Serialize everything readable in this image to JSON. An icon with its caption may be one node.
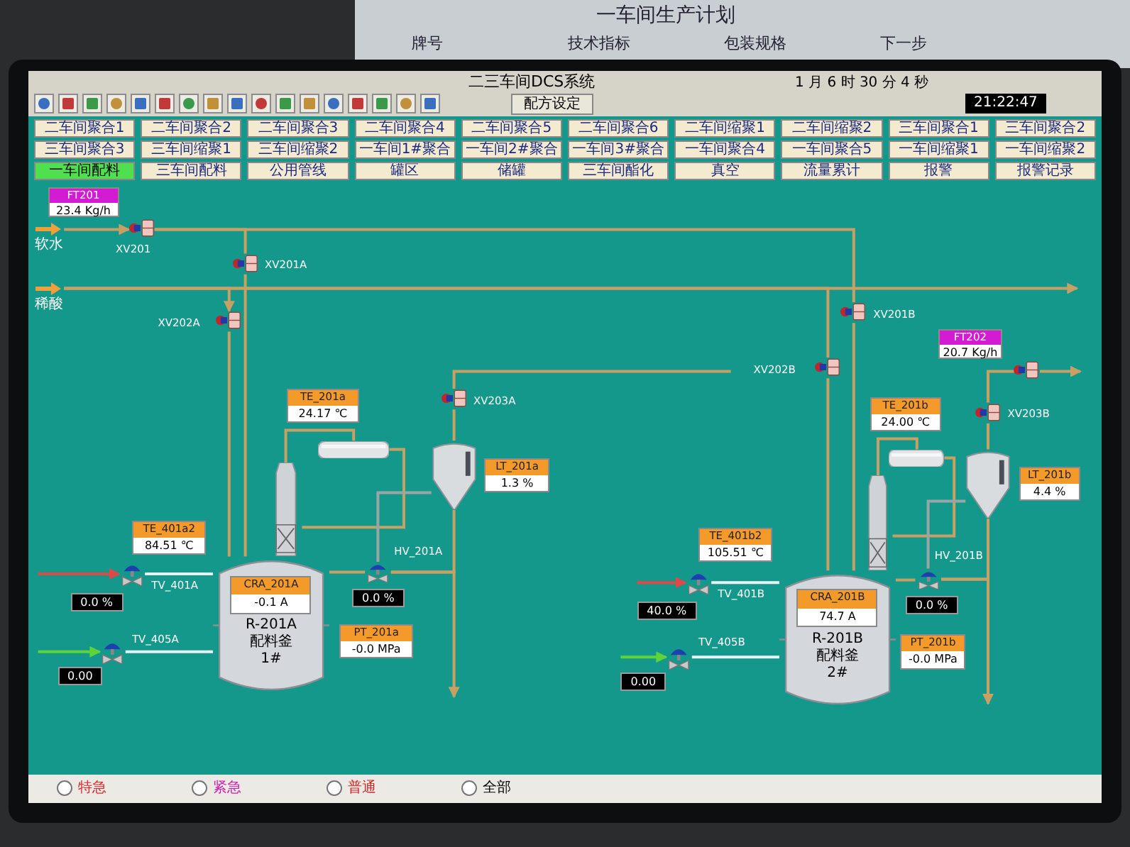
{
  "diagram": {
    "title": "二三车间DCS系统",
    "nodes": [
      {
        "text": [
          "软水"
        ]
      },
      {
        "text": [],
        "shape": "valve",
        "beside": [
          "XV201"
        ]
      },
      {
        "text": [
          "FT201",
          "23.4 Kg/h"
        ]
      },
      {
        "text": [
          "稀酸"
        ]
      },
      {
        "text": [],
        "shape": "valve",
        "beside": [
          "XV201A"
        ]
      },
      {
        "text": [],
        "shape": "valve",
        "beside": [
          "XV202A"
        ]
      },
      {
        "text": [
          "TE_201a",
          "24.17 ℃"
        ]
      },
      {
        "text": [],
        "shape": "valve",
        "beside": [
          "XV203A"
        ]
      },
      {
        "text": [],
        "shape": "cylinder"
      },
      {
        "text": [],
        "shape": "tank"
      },
      {
        "text": [
          "LT_201a",
          "1.3 %"
        ]
      },
      {
        "text": [],
        "shape": "column"
      },
      {
        "text": [
          "TE_401a2",
          "84.51 ℃"
        ]
      },
      {
        "text": [],
        "shape": "valve",
        "beside": [
          "TV_401A",
          "0.0 %"
        ]
      },
      {
        "text": [],
        "shape": "valve",
        "beside": [
          "HV_201A",
          "0.0 %"
        ]
      },
      {
        "text": [
          "R-201A",
          "配料釜",
          "1#"
        ]
      },
      {
        "text": [
          "CRA_201A",
          "-0.1 A"
        ],
        "in": 15
      },
      {
        "text": [
          "PT_201a",
          "-0.0 MPa"
        ]
      },
      {
        "text": [],
        "shape": "valve",
        "beside": [
          "TV_405A",
          "0.00"
        ]
      },
      {
        "text": [],
        "shape": "valve",
        "beside": [
          "XV201B"
        ]
      },
      {
        "text": [],
        "shape": "valve",
        "beside": [
          "XV202B"
        ]
      },
      {
        "text": [
          "FT202",
          "20.7 Kg/h"
        ]
      },
      {
        "text": [],
        "shape": "valve"
      },
      {
        "text": [
          "TE_201b",
          "24.00 ℃"
        ]
      },
      {
        "text": [],
        "shape": "valve",
        "beside": [
          "XV203B"
        ]
      },
      {
        "text": [],
        "shape": "cylinder"
      },
      {
        "text": [],
        "shape": "tank"
      },
      {
        "text": [
          "LT_201b",
          "4.4 %"
        ]
      },
      {
        "text": [],
        "shape": "column"
      },
      {
        "text": [
          "TE_401b2",
          "105.51 ℃"
        ]
      },
      {
        "text": [],
        "shape": "valve",
        "beside": [
          "TV_401B",
          "40.0 %"
        ]
      },
      {
        "text": [],
        "shape": "valve",
        "beside": [
          "HV_201B",
          "0.0 %"
        ]
      },
      {
        "text": [
          "R-201B",
          "配料釜",
          "2#"
        ]
      },
      {
        "text": [
          "CRA_201B",
          "74.7 A"
        ],
        "in": 32
      },
      {
        "text": [
          "PT_201b",
          "-0.0 MPa"
        ]
      },
      {
        "text": [],
        "shape": "valve",
        "beside": [
          "TV_405B",
          "0.00"
        ]
      }
    ],
    "edges": [
      {
        "from": 0,
        "to": 1,
        "arrow": "to"
      },
      {
        "from": 1,
        "to": 4,
        "arrow": "none"
      },
      {
        "from": 4,
        "to": 15,
        "arrow": "none"
      },
      {
        "from": 3,
        "to": 5,
        "arrow": "to"
      },
      {
        "from": 5,
        "to": 15,
        "arrow": "none"
      },
      {
        "from": 1,
        "to": 19,
        "arrow": "none"
      },
      {
        "from": 19,
        "to": 32,
        "arrow": "none"
      },
      {
        "from": 3,
        "to": 20,
        "arrow": "none"
      },
      {
        "from": 20,
        "to": 32,
        "arrow": "none"
      },
      {
        "from": 3,
        "to": null,
        "arrow": "to"
      },
      {
        "from": 7,
        "to": 9,
        "arrow": "none"
      },
      {
        "from": 7,
        "to": null,
        "arrow": "none"
      },
      {
        "from": 11,
        "to": 8,
        "arrow": "none"
      },
      {
        "from": 8,
        "to": 11,
        "arrow": "none"
      },
      {
        "from": 9,
        "to": 14,
        "arrow": "none",
        "color": "#9aa6a6"
      },
      {
        "from": 14,
        "to": 15,
        "arrow": "none"
      },
      {
        "from": 14,
        "to": null,
        "arrow": "to"
      },
      {
        "from": null,
        "to": 13,
        "arrow": "to",
        "color": "#e04848"
      },
      {
        "from": 13,
        "to": 15,
        "arrow": "none",
        "color": "#e8f4f4"
      },
      {
        "from": null,
        "to": 18,
        "arrow": "to",
        "color": "#5fd43a"
      },
      {
        "from": 18,
        "to": 15,
        "arrow": "none",
        "color": "#e8f4f4"
      },
      {
        "from": 24,
        "to": 26,
        "arrow": "none"
      },
      {
        "from": 24,
        "to": 22,
        "arrow": "none"
      },
      {
        "from": 22,
        "to": null,
        "arrow": "to"
      },
      {
        "from": 28,
        "to": 25,
        "arrow": "none"
      },
      {
        "from": 25,
        "to": 28,
        "arrow": "none"
      },
      {
        "from": 26,
        "to": 31,
        "arrow": "none",
        "color": "#9aa6a6"
      },
      {
        "from": 31,
        "to": 32,
        "arrow": "none"
      },
      {
        "from": 31,
        "to": null,
        "arrow": "to"
      },
      {
        "from": null,
        "to": 30,
        "arrow": "to",
        "color": "#e04848"
      },
      {
        "from": 30,
        "to": 32,
        "arrow": "none",
        "color": "#e8f4f4"
      },
      {
        "from": null,
        "to": 35,
        "arrow": "to",
        "color": "#5fd43a"
      },
      {
        "from": 35,
        "to": 32,
        "arrow": "none",
        "color": "#e8f4f4"
      },
      {
        "from": 9,
        "to": 14,
        "arrow": "none"
      },
      {
        "from": 26,
        "to": 31,
        "arrow": "none"
      }
    ],
    "labels": [
      "一车间生产计划",
      "牌号",
      "技术指标",
      "包装规格",
      "下一步",
      "配方设定",
      "1 月 6 时 30 分 4 秒",
      "21:22:47",
      "二车间聚合1",
      "二车间聚合2",
      "二车间聚合3",
      "二车间聚合4",
      "二车间聚合5",
      "二车间聚合6",
      "二车间缩聚1",
      "二车间缩聚2",
      "三车间聚合1",
      "三车间聚合2",
      "三车间聚合3",
      "三车间缩聚1",
      "三车间缩聚2",
      "一车间1#聚合",
      "一车间2#聚合",
      "一车间3#聚合",
      "一车间聚合4",
      "一车间聚合5",
      "一车间缩聚1",
      "一车间缩聚2",
      "一车间配料",
      "三车间配料",
      "公用管线",
      "罐区",
      "储罐",
      "三车间酯化",
      "真空",
      "流量累计",
      "报警",
      "报警记录",
      "特急",
      "紧急",
      "普通",
      "全部"
    ]
  }
}
